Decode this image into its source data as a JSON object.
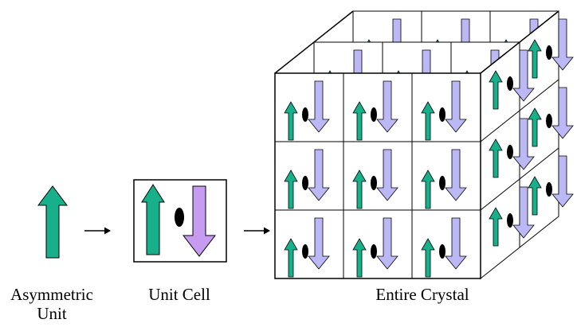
{
  "labels": {
    "asymmetric_unit_line1": "Asymmetric",
    "asymmetric_unit_line2": "Unit",
    "unit_cell": "Unit Cell",
    "entire_crystal": "Entire Crystal"
  },
  "colors": {
    "up_arrow": "#17b08a",
    "down_arrow": "#bcb8f5",
    "unit_cell_down_arrow": "#c89bf2",
    "symmetry_oval": "#000000",
    "outline": "#000000",
    "background": "#ffffff"
  },
  "icons": {
    "asymmetric_unit": "up-arrow-icon",
    "symmetry_element": "two-fold-axis-oval-icon",
    "process_step": "right-arrow-icon"
  },
  "crystal_grid": {
    "rows": 3,
    "cols": 3,
    "layers": 3
  }
}
